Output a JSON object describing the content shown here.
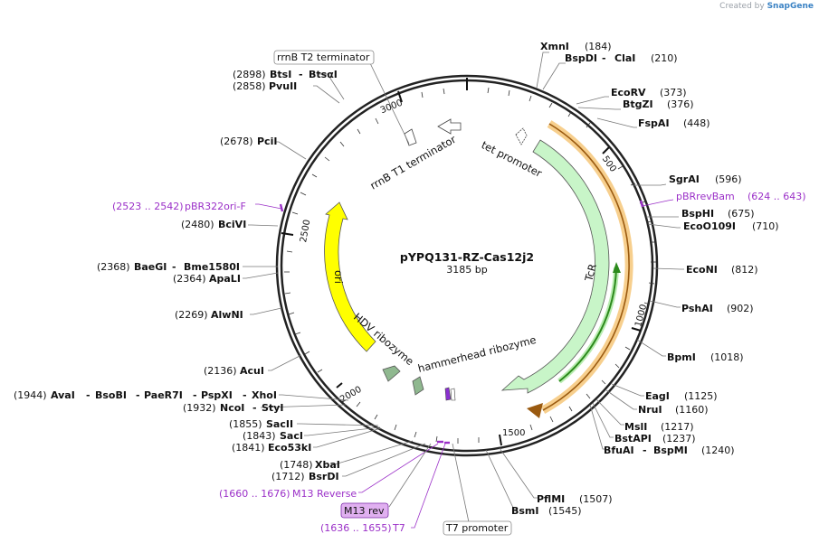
{
  "watermark": {
    "prefix": "Created by",
    "brand": "SnapGene"
  },
  "plasmid": {
    "name": "pYPQ131-RZ-Cas12j2",
    "size_label": "3185 bp"
  },
  "ticks": [
    "500",
    "1000",
    "1500",
    "2000",
    "2500",
    "3000"
  ],
  "features": {
    "rrnb_t1": "rrnB T1 terminator",
    "tet_promoter": "tet promoter",
    "tcr": "TcR",
    "ori": "ori",
    "hdv": "HDV ribozyme",
    "hammerhead": "hammerhead ribozyme"
  },
  "boxed_labels": {
    "rrnb_t2": "rrnB T2 terminator",
    "m13_rev": "M13 rev",
    "t7_promoter": "T7 promoter"
  },
  "sites": {
    "xmni": {
      "pos": "(184)",
      "names": [
        "XmnI"
      ]
    },
    "bspdi": {
      "pos": "(210)",
      "names": [
        "BspDI",
        "ClaI"
      ]
    },
    "ecorv": {
      "pos": "(373)",
      "names": [
        "EcoRV"
      ]
    },
    "bsgzi": {
      "pos": "(376)",
      "names": [
        "BtgZI"
      ]
    },
    "fspai": {
      "pos": "(448)",
      "names": [
        "FspAI"
      ]
    },
    "sgrai": {
      "pos": "(596)",
      "names": [
        "SgrAI"
      ]
    },
    "bsphi": {
      "pos": "(675)",
      "names": [
        "BspHI"
      ]
    },
    "ecoo109i": {
      "pos": "(710)",
      "names": [
        "EcoO109I"
      ]
    },
    "econi": {
      "pos": "(812)",
      "names": [
        "EcoNI"
      ]
    },
    "pshai": {
      "pos": "(902)",
      "names": [
        "PshAI"
      ]
    },
    "bpmi": {
      "pos": "(1018)",
      "names": [
        "BpmI"
      ]
    },
    "eagi": {
      "pos": "(1125)",
      "names": [
        "EagI"
      ]
    },
    "nrui": {
      "pos": "(1160)",
      "names": [
        "NruI"
      ]
    },
    "msli": {
      "pos": "(1217)",
      "names": [
        "MslI"
      ]
    },
    "bstapi": {
      "pos": "(1237)",
      "names": [
        "BstAPI"
      ]
    },
    "bfuai": {
      "pos": "(1240)",
      "names": [
        "BfuAI",
        "BspMI"
      ]
    },
    "pflmi": {
      "pos": "(1507)",
      "names": [
        "PflMI"
      ]
    },
    "bsmi": {
      "pos": "(1545)",
      "names": [
        "BsmI"
      ]
    },
    "bsrdi": {
      "pos": "(1712)",
      "names": [
        "BsrDI"
      ]
    },
    "xbai": {
      "pos": "(1748)",
      "names": [
        "XbaI"
      ]
    },
    "eco53ki": {
      "pos": "(1841)",
      "names": [
        "Eco53kI"
      ]
    },
    "saci": {
      "pos": "(1843)",
      "names": [
        "SacI"
      ]
    },
    "sacii": {
      "pos": "(1855)",
      "names": [
        "SacII"
      ]
    },
    "ncoi": {
      "pos": "(1932)",
      "names": [
        "NcoI",
        "StyI"
      ]
    },
    "avai": {
      "pos": "(1944)",
      "names": [
        "AvaI",
        "BsoBI",
        "PaeR7I",
        "PspXI",
        "XhoI"
      ]
    },
    "acui": {
      "pos": "(2136)",
      "names": [
        "AcuI"
      ]
    },
    "alwni": {
      "pos": "(2269)",
      "names": [
        "AlwNI"
      ]
    },
    "apali": {
      "pos": "(2364)",
      "names": [
        "ApaLI"
      ]
    },
    "baegi": {
      "pos": "(2368)",
      "names": [
        "BaeGI",
        "Bme1580I"
      ]
    },
    "bcivi": {
      "pos": "(2480)",
      "names": [
        "BciVI"
      ]
    },
    "pcii": {
      "pos": "(2678)",
      "names": [
        "PciI"
      ]
    },
    "pvuii": {
      "pos": "(2858)",
      "names": [
        "PvuII"
      ]
    },
    "btsi": {
      "pos": "(2898)",
      "names": [
        "BtsI",
        "BtsαI"
      ]
    }
  },
  "primers": {
    "pbrrevbam": {
      "name": "pBRrevBam",
      "range": "(624 .. 643)"
    },
    "pbr322ori": {
      "range": "(2523 .. 2542)",
      "name": "pBR322ori-F"
    },
    "m13_reverse": {
      "range": "(1660 .. 1676)",
      "name": "M13 Reverse"
    },
    "t7": {
      "range": "(1636 .. 1655)",
      "name": "T7"
    }
  },
  "colors": {
    "tcr_fill": "#c8f5c8",
    "ori_fill": "#ffff00",
    "ribozyme_fill": "#8fb88f",
    "orange_feature": "#f0a830",
    "green_feature": "#2c8a1c",
    "primer": "#9b30c8",
    "m13_box": "#e0b0f0"
  }
}
